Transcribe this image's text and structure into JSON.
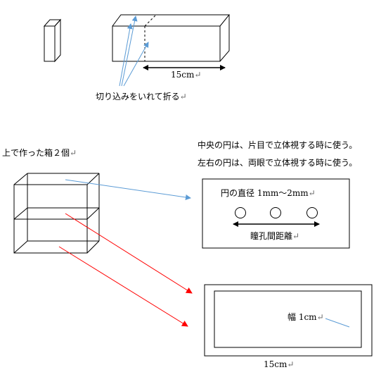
{
  "top_dimension": "15cm",
  "cut_note": "切り込みをいれて折る",
  "box_note": "上で作った箱２個",
  "usage": {
    "line1": "中央の円は、片目で立体視する時に使う。",
    "line2": "左右の円は、両眼で立体視する時に使う。"
  },
  "card": {
    "circle_size": "円の直径 1mm～2mm",
    "pupil_distance": "瞳孔間距離",
    "circle_count": 3
  },
  "frame": {
    "border_width": "幅 1cm",
    "width": "15cm"
  },
  "return_mark": "↵",
  "colors": {
    "blue_arrow": "#5b9bd5",
    "red_arrow": "#ff0000",
    "line": "#000000"
  }
}
